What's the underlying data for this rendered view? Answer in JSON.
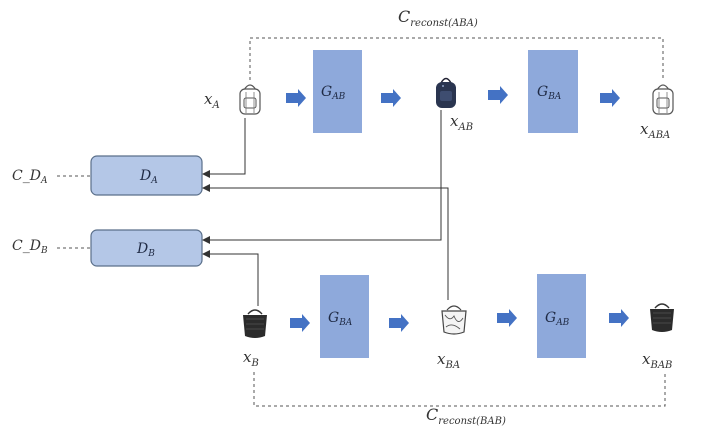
{
  "colors": {
    "generator_fill": "#8ea9db",
    "discriminator_fill": "#b4c7e7",
    "discriminator_stroke": "#5a6f8a",
    "arrow_fill": "#4472c4",
    "line": "#333333"
  },
  "recon_top": {
    "main": "C",
    "sub": "reconst(ABA)"
  },
  "recon_bottom": {
    "main": "C",
    "sub": "reconst(BAB)"
  },
  "generators": {
    "top_ab": {
      "main": "G",
      "sub": "AB"
    },
    "top_ba": {
      "main": "G",
      "sub": "BA"
    },
    "bot_ba": {
      "main": "G",
      "sub": "BA"
    },
    "bot_ab": {
      "main": "G",
      "sub": "AB"
    }
  },
  "discriminators": {
    "a": {
      "main": "D",
      "sub": "A"
    },
    "b": {
      "main": "D",
      "sub": "B"
    }
  },
  "costs": {
    "a": {
      "main": "C_D",
      "sub": "A"
    },
    "b": {
      "main": "C_D",
      "sub": "B"
    }
  },
  "variables": {
    "xa": {
      "main": "x",
      "sub": "A"
    },
    "xab": {
      "main": "x",
      "sub": "AB"
    },
    "xaba": {
      "main": "x",
      "sub": "ABA"
    },
    "xb": {
      "main": "x",
      "sub": "B"
    },
    "xba": {
      "main": "x",
      "sub": "BA"
    },
    "xbab": {
      "main": "x",
      "sub": "BAB"
    }
  },
  "icons": {
    "backpack_outline": "backpack-outline-icon",
    "backpack_dark": "backpack-dark-icon",
    "handbag_dark": "handbag-dark-icon",
    "handbag_sketch": "handbag-sketch-icon"
  }
}
